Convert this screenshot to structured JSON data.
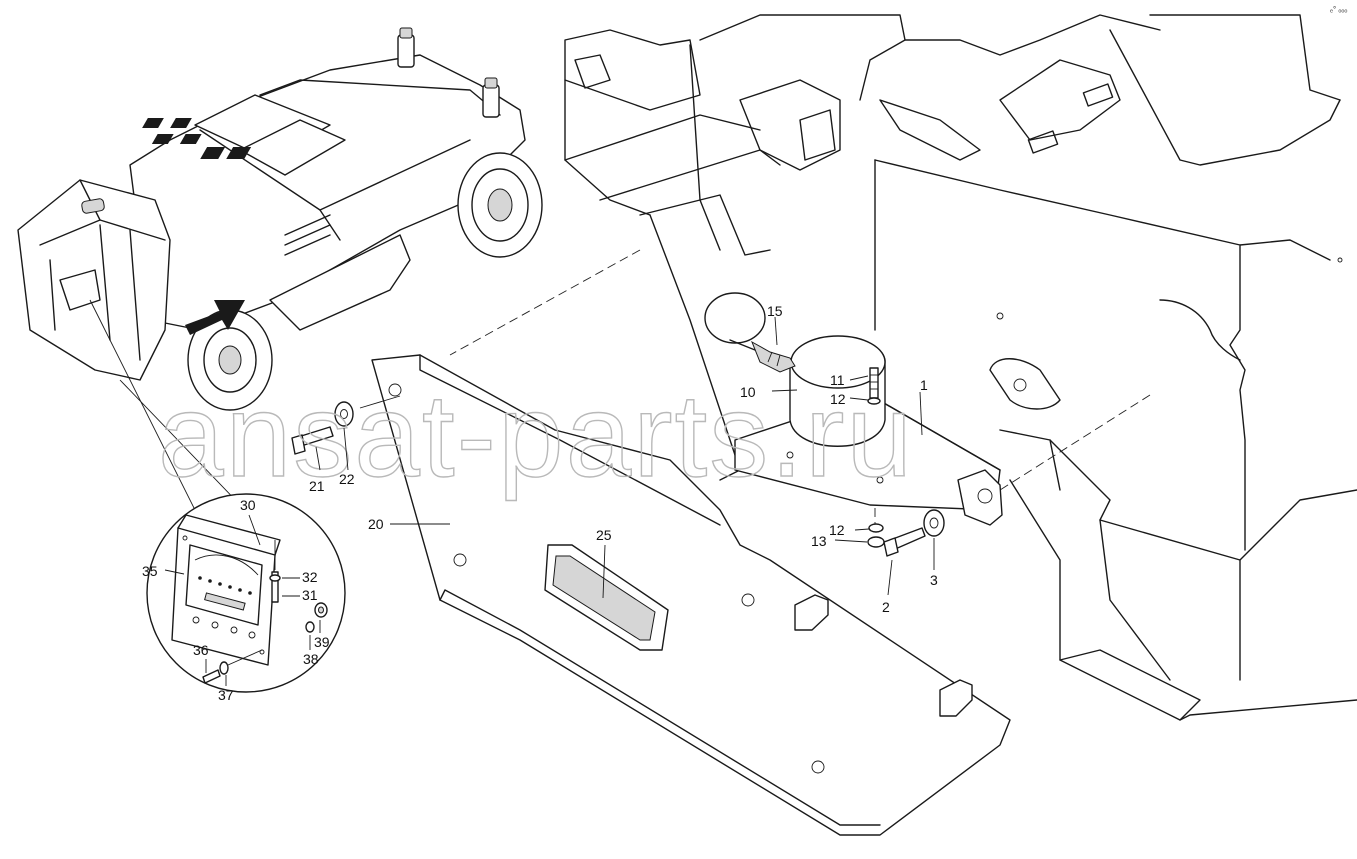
{
  "watermark": "ansat-parts.ru",
  "corner_mark": "ₑ° ₒₒₒ",
  "callouts": {
    "c1": "1",
    "c2": "2",
    "c3": "3",
    "c10": "10",
    "c11": "11",
    "c12a": "12",
    "c12b": "12",
    "c13": "13",
    "c15": "15",
    "c20": "20",
    "c21": "21",
    "c22": "22",
    "c25": "25",
    "c30": "30",
    "c31": "31",
    "c32": "32",
    "c35": "35",
    "c36": "36",
    "c37": "37",
    "c38": "38",
    "c39": "39"
  }
}
